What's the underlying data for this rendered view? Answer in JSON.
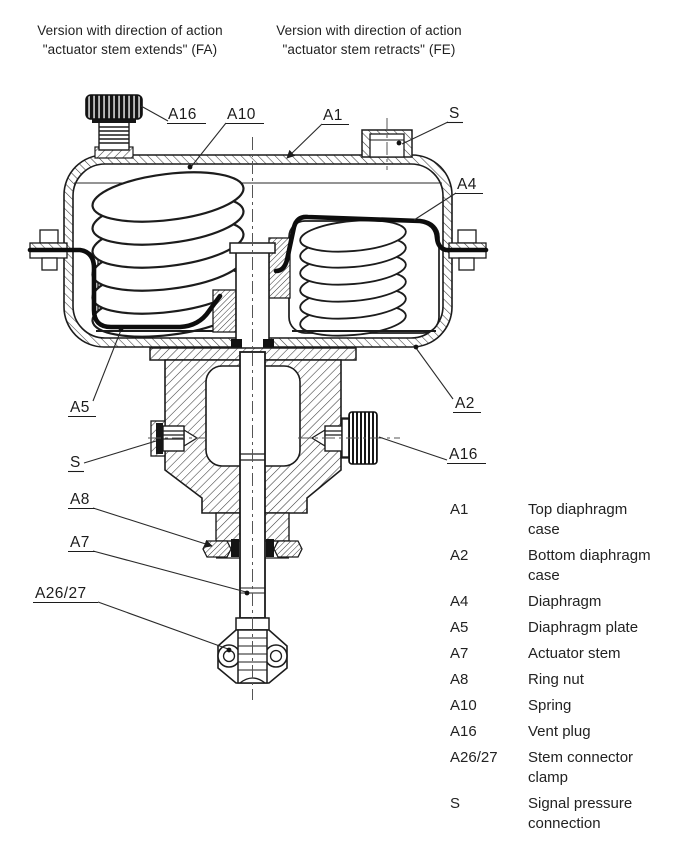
{
  "header": {
    "left": {
      "line1": "Version with direction of action",
      "line2": "\"actuator stem extends\" (FA)"
    },
    "right": {
      "line1": "Version with direction of action",
      "line2": "\"actuator stem retracts\" (FE)"
    }
  },
  "callouts": {
    "a16_top": "A16",
    "a10": "A10",
    "a1": "A1",
    "s_top": "S",
    "a4": "A4",
    "a5": "A5",
    "a2": "A2",
    "s_side": "S",
    "a16_side": "A16",
    "a8": "A8",
    "a7": "A7",
    "a26_27": "A26/27"
  },
  "legend": {
    "rows": [
      {
        "code": "A1",
        "label": "Top diaphragm case"
      },
      {
        "code": "A2",
        "label": "Bottom diaphragm case"
      },
      {
        "code": "A4",
        "label": "Diaphragm"
      },
      {
        "code": "A5",
        "label": "Diaphragm plate"
      },
      {
        "code": "A7",
        "label": "Actuator stem"
      },
      {
        "code": "A8",
        "label": "Ring nut"
      },
      {
        "code": "A10",
        "label": "Spring"
      },
      {
        "code": "A16",
        "label": "Vent plug"
      },
      {
        "code": "A26/27",
        "label": "Stem connector clamp"
      },
      {
        "code": "S",
        "label": "Signal pressure connection"
      }
    ]
  },
  "colors": {
    "ink": "#1c1c1c",
    "diaphragm": "#0d0d0d",
    "background": "#ffffff"
  }
}
